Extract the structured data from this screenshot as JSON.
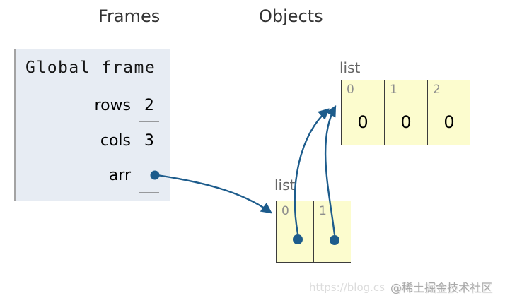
{
  "headers": {
    "frames": "Frames",
    "objects": "Objects"
  },
  "global_frame": {
    "title": "Global frame",
    "variables": [
      {
        "name": "rows",
        "value": "2"
      },
      {
        "name": "cols",
        "value": "3"
      },
      {
        "name": "arr",
        "value": ""
      }
    ]
  },
  "objects": {
    "outer_list": {
      "type_label": "list",
      "cells": [
        {
          "index": "0",
          "value": ""
        },
        {
          "index": "1",
          "value": ""
        }
      ]
    },
    "inner_list": {
      "type_label": "list",
      "cells": [
        {
          "index": "0",
          "value": "0"
        },
        {
          "index": "1",
          "value": "0"
        },
        {
          "index": "2",
          "value": "0"
        }
      ]
    }
  },
  "pointers": [
    {
      "from": "arr",
      "to": "outer_list"
    },
    {
      "from": "outer_list[0]",
      "to": "inner_list"
    },
    {
      "from": "outer_list[1]",
      "to": "inner_list"
    }
  ],
  "colors": {
    "arrow": "#1d5c8c",
    "frame_bg": "#e7ecf3",
    "frame_border": "#a3a3a3",
    "list_cell_bg": "#fcfcce",
    "list_cell_border": "#3c3c3c",
    "heading_text": "#333333"
  },
  "watermark": {
    "url_text": "https://blog.cs",
    "community_text": "@稀土掘金技术社区"
  }
}
